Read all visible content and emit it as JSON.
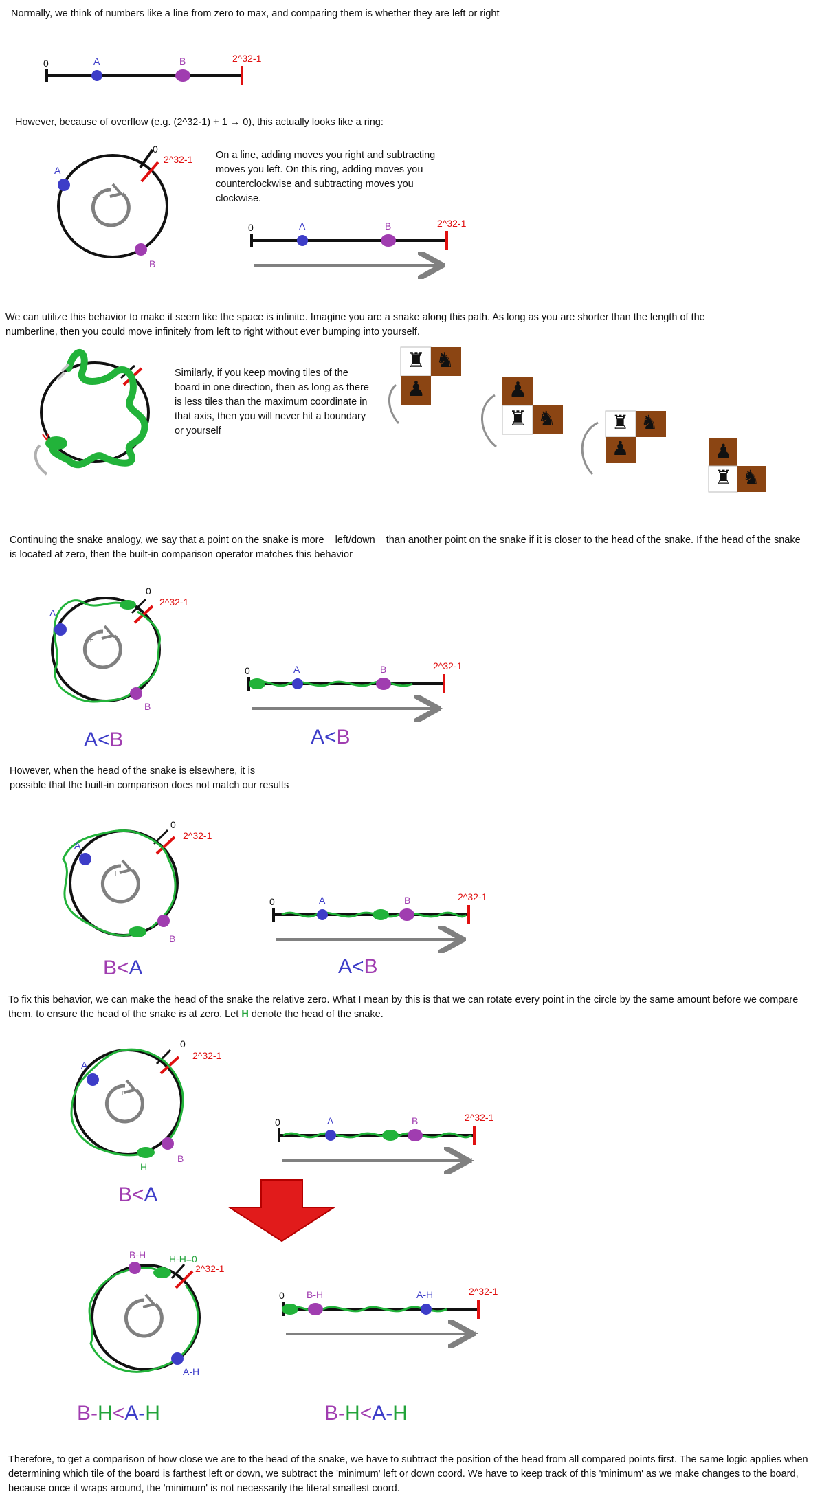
{
  "colors": {
    "blue": "#3d3dc8",
    "purple": "#a03db0",
    "red": "#e01010",
    "green": "#22a33a",
    "gray": "#808080",
    "brown": "#8b4513",
    "arrow_red": "#e11b1b"
  },
  "text": {
    "p1": "Normally, we think of numbers like a line from zero to max, and comparing them is whether they are left or right",
    "p2": "However, because of overflow (e.g. (2^32-1) + 1 → 0), this actually looks like a ring:",
    "p3": "On a line, adding moves you right and subtracting moves you left. On this ring, adding moves you counterclockwise and subtracting moves you clockwise.",
    "p4": "We can utilize this behavior to make it seem like the space is infinite. Imagine you are a snake along this path. As long as you are shorter than the length of the numberline, then you could move infinitely from left to right without ever bumping into yourself.",
    "p5": "Similarly, if you keep moving tiles of the board in one direction, then as long as there is less tiles than the maximum coordinate in that axis, then you will never hit a boundary or yourself",
    "p6a": "Continuing the snake analogy, we say that a point on the snake is more",
    "p6b": "left/down",
    "p6c": "than another point on the snake if it is closer to the head of the snake. If the head of the snake is located at zero, then the built-in comparison operator matches this behavior",
    "p7": "However, when the head of the snake is elsewhere, it is possible that the built-in comparison does not match our results",
    "p8a": "To fix this behavior, we can make the head of the snake the relative zero. What I mean by this is that we can rotate every point in the circle by the same amount before we compare them, to ensure the head of the snake is at zero. Let",
    "p8b": "H",
    "p8c": "denote the head of the snake.",
    "p9": "Therefore, to get a comparison of how close we are to the head of the snake, we have to subtract the position of the head from all compared points first. The same logic applies when determining which tile of the board is farthest left or down, we subtract the 'minimum' left or down coord. We have to keep track of this 'minimum' as we make changes to the board, because once it wraps around, the 'minimum' is not necessarily the literal smallest coord."
  },
  "labels": {
    "zero": "0",
    "max": "2^32-1",
    "a": "A",
    "b": "B",
    "plus": "+",
    "h": "H",
    "bh": "B-H",
    "ah": "A-H",
    "hh0": "H-H=0"
  },
  "results": {
    "r1_ring_A": "A",
    "r1_ring_lt": "<",
    "r1_ring_B": "B",
    "r1_line_A": "A",
    "r1_line_lt": "<",
    "r1_line_B": "B",
    "r2_ring_B": "B",
    "r2_ring_lt": "<",
    "r2_ring_A": "A",
    "r2_line_A": "A",
    "r2_line_lt": "<",
    "r2_line_B": "B",
    "r3_ring_B": "B",
    "r3_ring_lt": "<",
    "r3_ring_A": "A",
    "r4_ring_B": "B",
    "r4_ring_dash1": "-",
    "r4_ring_H1": "H",
    "r4_ring_lt": "<",
    "r4_ring_A": "A",
    "r4_ring_dash2": "-",
    "r4_ring_H2": "H",
    "r4_line_B": "B",
    "r4_line_dash1": "-",
    "r4_line_H1": "H",
    "r4_line_lt": "<",
    "r4_line_A": "A",
    "r4_line_dash2": "-",
    "r4_line_H2": "H"
  },
  "chess": {
    "rook": "♜",
    "knight": "♞",
    "pawn": "♟"
  }
}
